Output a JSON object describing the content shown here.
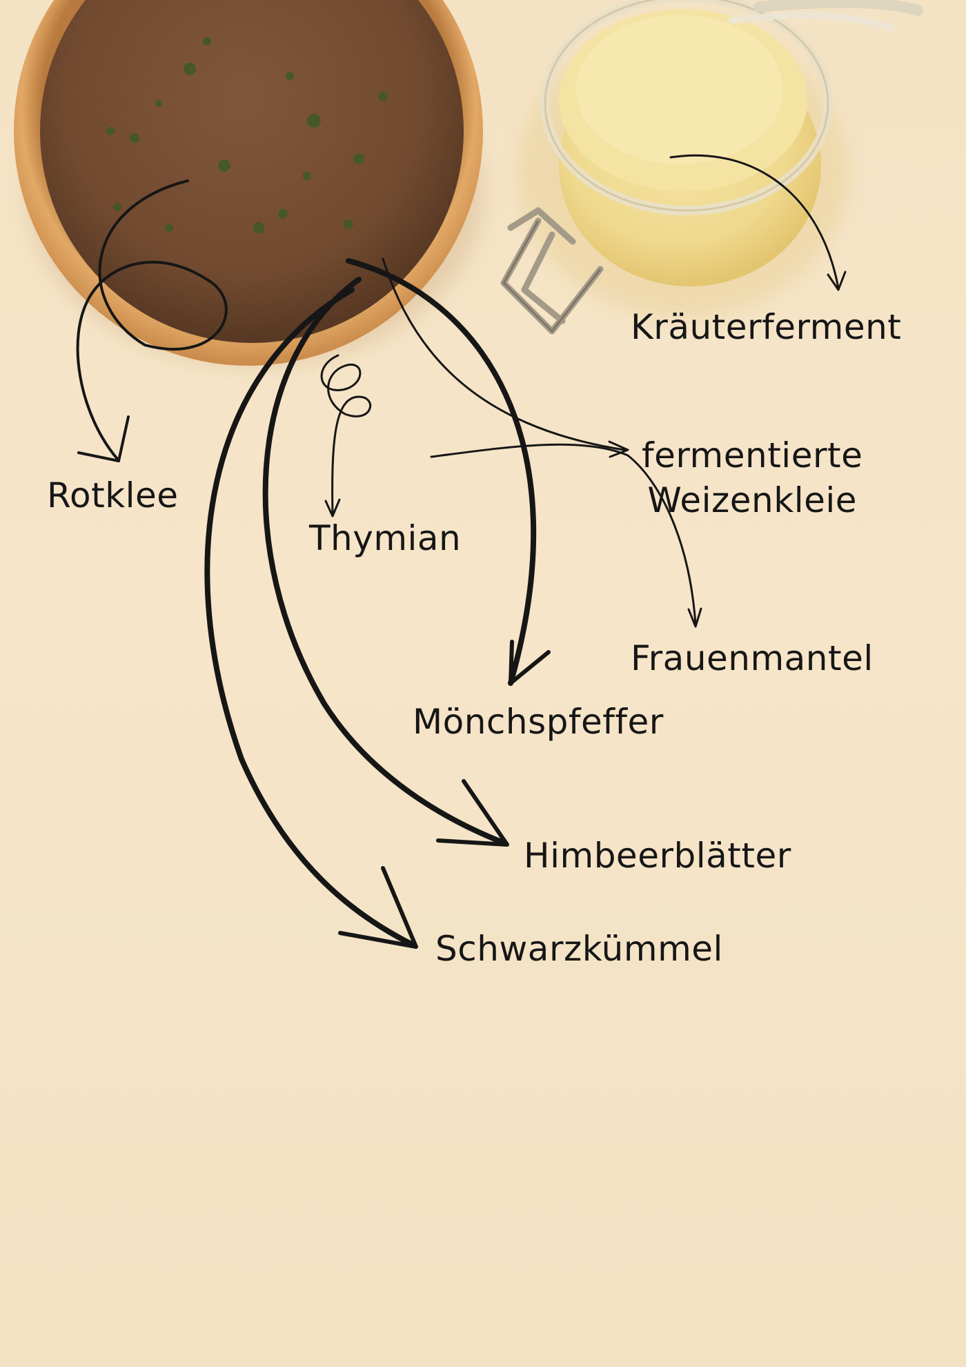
{
  "colors": {
    "background": "#f5e4c8",
    "bowl_wood": "#d79a55",
    "powder": "#7a4f33",
    "herb_flecks": "#3d5a24",
    "liquid": "#f2dd92",
    "glass_rim": "#e8dfc6",
    "clasp_metal": "#a49a88",
    "ink": "#161616"
  },
  "icons": {
    "bowl": "wooden-bowl-with-powder",
    "jar": "glass-jar-with-herbal-liquid",
    "arrows": "hand-drawn-curved-arrow"
  },
  "labels": {
    "kraeuterferment": "Kräuterferment",
    "rotklee": "Rotklee",
    "thymian": "Thymian",
    "weizenkleie": "fermentierte\nWeizenkleie",
    "frauenmantel": "Frauenmantel",
    "moenchspfeffer": "Mönchspfeffer",
    "himbeerblaetter": "Himbeerblätter",
    "schwarzkuemmel": "Schwarzkümmel"
  }
}
